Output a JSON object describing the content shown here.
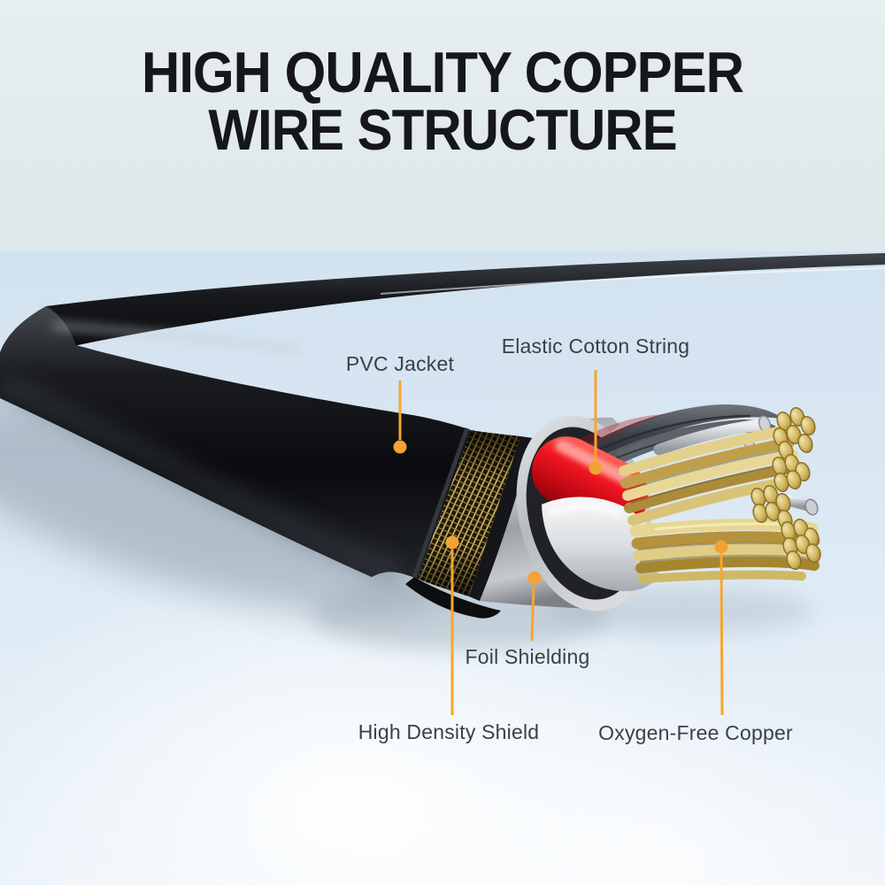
{
  "title": {
    "line1": "HIGH QUALITY COPPER",
    "line2": "WIRE STRUCTURE"
  },
  "callouts": [
    {
      "id": "pvc-jacket",
      "label": "PVC Jacket"
    },
    {
      "id": "elastic-cotton-string",
      "label": "Elastic Cotton String"
    },
    {
      "id": "foil-shielding",
      "label": "Foil Shielding"
    },
    {
      "id": "high-density-shield",
      "label": "High Density Shield"
    },
    {
      "id": "oxygen-free-copper",
      "label": "Oxygen-Free Copper"
    }
  ],
  "colors": {
    "accent_orange": "#F5A62F",
    "label_text": "#3C4046",
    "title_text": "#15171A",
    "banner_background": "#E2EBED",
    "scene_background": "#D8E7F2",
    "jacket_black": "#0C0D10",
    "braid_gold": "#CBB266",
    "foil_gray": "#AEB3B8",
    "wire_red": "#E8131D",
    "wire_white": "#E8EAEC",
    "copper_gold": "#C7A84E"
  }
}
